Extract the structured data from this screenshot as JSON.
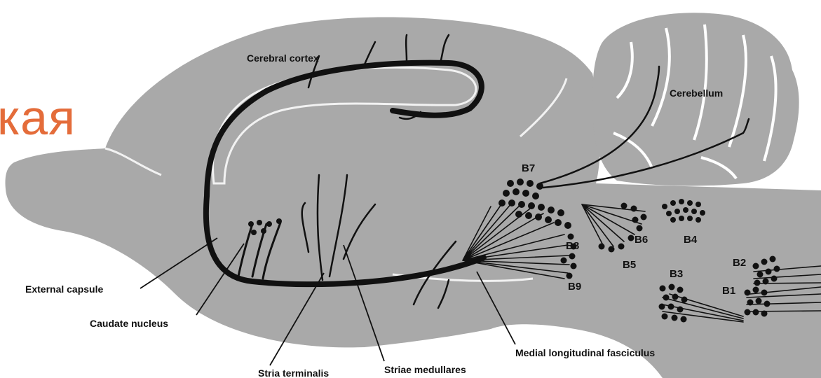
{
  "slide": {
    "title_fragment": "кая"
  },
  "diagram": {
    "labels": {
      "cerebral_cortex": "Cerebral cortex",
      "cerebellum": "Cerebellum",
      "external_capsule": "External capsule",
      "caudate_nucleus": "Caudate nucleus",
      "stria_terminalis": "Stria terminalis",
      "striae_medullares": "Striae medullares",
      "medial_longitudinal_fasciculus": "Medial longitudinal fasciculus"
    },
    "nuclei": {
      "b1": "B1",
      "b2": "B2",
      "b3": "B3",
      "b4": "B4",
      "b5": "B5",
      "b6": "B6",
      "b7": "B7",
      "b8": "B8",
      "b9": "B9"
    },
    "colors": {
      "tissue": "#a9a9a9",
      "pathway": "#111111",
      "title_accent": "#e46c3a"
    }
  }
}
